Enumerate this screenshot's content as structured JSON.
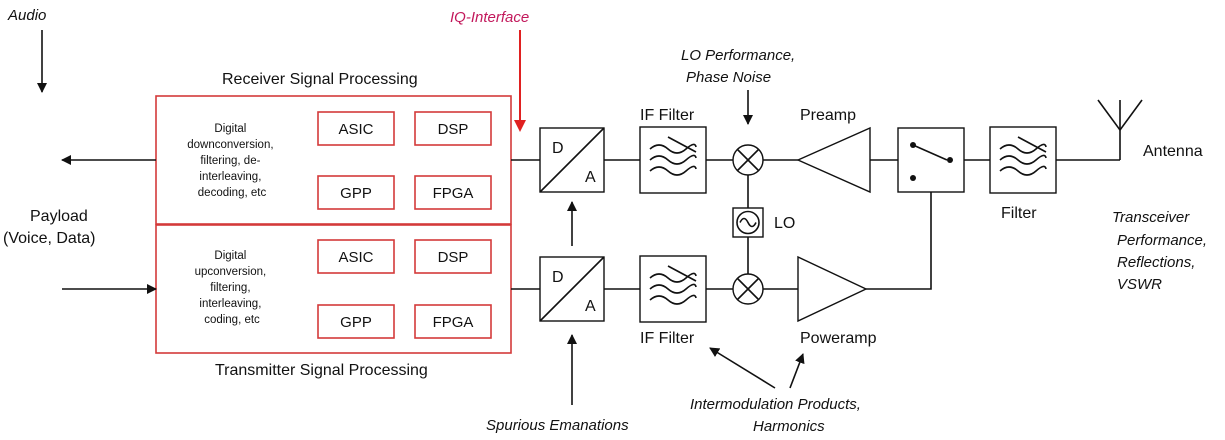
{
  "labels": {
    "audio": "Audio",
    "iq_interface": "IQ-Interface",
    "lo_performance_1": "LO Performance,",
    "lo_performance_2": "Phase Noise",
    "receiver_title": "Receiver Signal Processing",
    "transmitter_title": "Transmitter Signal Processing",
    "payload_1": "Payload",
    "payload_2": "(Voice, Data)",
    "if_filter_top": "IF Filter",
    "if_filter_bottom": "IF Filter",
    "preamp": "Preamp",
    "poweramp": "Poweramp",
    "filter": "Filter",
    "antenna": "Antenna",
    "lo": "LO",
    "transceiver_1": "Transceiver",
    "transceiver_2": "Performance,",
    "transceiver_3": "Reflections,",
    "transceiver_4": "VSWR",
    "spurious": "Spurious Emanations",
    "intermod_1": "Intermodulation Products,",
    "intermod_2": "Harmonics"
  },
  "receiver": {
    "desc": [
      "Digital",
      "downconversion,",
      "filtering, de-",
      "interleaving,",
      "decoding, etc"
    ],
    "chips": [
      "ASIC",
      "DSP",
      "GPP",
      "FPGA"
    ]
  },
  "transmitter": {
    "desc": [
      "Digital",
      "upconversion,",
      "filtering,",
      "interleaving,",
      "coding, etc"
    ],
    "chips": [
      "ASIC",
      "DSP",
      "GPP",
      "FPGA"
    ]
  },
  "converter": {
    "top_letter": "D",
    "bottom_letter": "A"
  },
  "colors": {
    "accent_red": "#d43a3a",
    "iq_label": "#c2185b",
    "line": "#111111"
  }
}
